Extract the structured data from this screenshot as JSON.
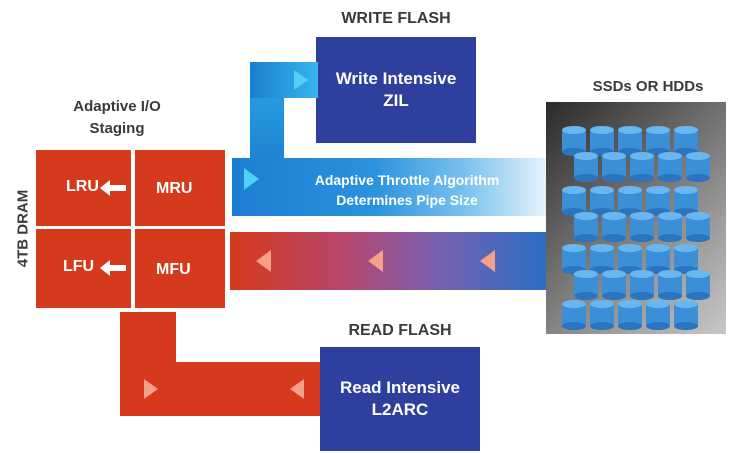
{
  "write_flash": {
    "header": "WRITE FLASH",
    "line1": "Write Intensive",
    "line2": "ZIL"
  },
  "storage": {
    "header": "SSDs OR HDDs"
  },
  "staging": {
    "line1": "Adaptive I/O",
    "line2": "Staging"
  },
  "dram": {
    "label": "4TB DRAM",
    "cells": {
      "lru": "LRU",
      "mru": "MRU",
      "lfu": "LFU",
      "mfu": "MFU"
    }
  },
  "throttle": {
    "line1": "Adaptive Throttle Algorithm",
    "line2": "Determines Pipe Size"
  },
  "read_flash": {
    "header": "READ FLASH",
    "line1": "Read Intensive",
    "line2": "L2ARC"
  },
  "colors": {
    "flash_box": "#2e3f9e",
    "dram": "#d43a1b",
    "write_pipe": "#1c8fd6",
    "read_pipe_start": "#d43a1b",
    "read_pipe_end": "#2a6fc4",
    "disk": "#3a8fd6"
  }
}
